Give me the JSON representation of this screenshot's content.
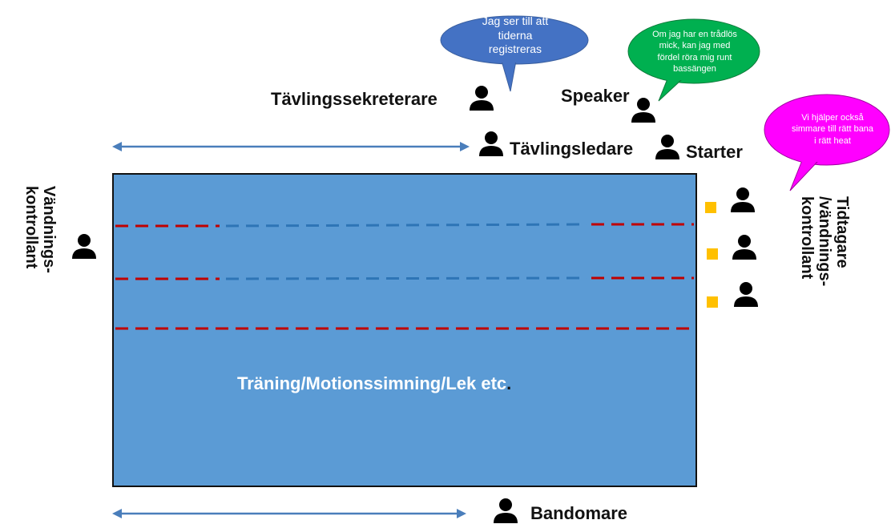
{
  "roles": {
    "secretary": "Tävlingssekreterare",
    "speaker": "Speaker",
    "meet_director": "Tävlingsledare",
    "starter": "Starter",
    "turn_judge_left": "Vändnings-\nkontrollant",
    "timekeeper_right": "Tidtagare\n/vändnings-\nkontrollant",
    "stroke_judge": "Bandomare"
  },
  "bubbles": {
    "secretary": "Jag ser till att tiderna registreras",
    "speaker": "Om jag har en trådlös mick, kan jag med fördel röra mig runt bassängen",
    "timekeeper": "Vi hjälper också simmare till rätt bana i rätt heat"
  },
  "pool": {
    "label": "Träning/Motionssimning/Lek etc",
    "dot": "."
  },
  "colors": {
    "pool": "#5b9bd5",
    "bubble_blue": "#4472c4",
    "bubble_green": "#00b050",
    "bubble_magenta": "#ff00ff",
    "arrow": "#4a7ebb",
    "lane_red": "#c00000",
    "lane_blue": "#2e75b6",
    "marker": "#ffc000"
  },
  "icons": [
    "person-icon",
    "double-arrow-icon",
    "speech-bubble-icon",
    "lane-rope"
  ]
}
